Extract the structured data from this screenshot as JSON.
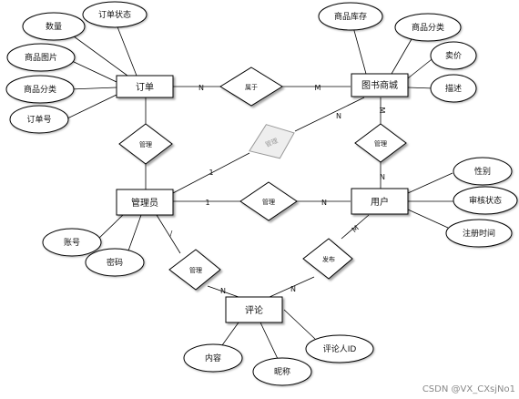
{
  "entities": [
    {
      "id": "order",
      "label": "订单"
    },
    {
      "id": "bookstore",
      "label": "图书商城"
    },
    {
      "id": "admin",
      "label": "管理员"
    },
    {
      "id": "user",
      "label": "用户"
    },
    {
      "id": "comment",
      "label": "评论"
    }
  ],
  "attributes": [
    {
      "id": "order-qty",
      "label": "数量",
      "entity": "order"
    },
    {
      "id": "order-status",
      "label": "订单状态",
      "entity": "order"
    },
    {
      "id": "order-image",
      "label": "商品图片",
      "entity": "order"
    },
    {
      "id": "order-category",
      "label": "商品分类",
      "entity": "order"
    },
    {
      "id": "order-no",
      "label": "订单号",
      "entity": "order"
    },
    {
      "id": "store-stock",
      "label": "商品库存",
      "entity": "bookstore"
    },
    {
      "id": "store-category",
      "label": "商品分类",
      "entity": "bookstore"
    },
    {
      "id": "store-price",
      "label": "卖价",
      "entity": "bookstore"
    },
    {
      "id": "store-desc",
      "label": "描述",
      "entity": "bookstore"
    },
    {
      "id": "admin-account",
      "label": "账号",
      "entity": "admin"
    },
    {
      "id": "admin-password",
      "label": "密码",
      "entity": "admin"
    },
    {
      "id": "user-gender",
      "label": "性别",
      "entity": "user"
    },
    {
      "id": "user-review-status",
      "label": "审核状态",
      "entity": "user"
    },
    {
      "id": "user-reg-time",
      "label": "注册时间",
      "entity": "user"
    },
    {
      "id": "comment-content",
      "label": "内容",
      "entity": "comment"
    },
    {
      "id": "comment-nickname",
      "label": "昵称",
      "entity": "comment"
    },
    {
      "id": "comment-user-id",
      "label": "评论人ID",
      "entity": "comment"
    }
  ],
  "relationships": [
    {
      "id": "rel-belongs",
      "label": "属于",
      "from": "order",
      "to": "bookstore",
      "card_from": "N",
      "card_to": "M"
    },
    {
      "id": "rel-admin-order",
      "label": "管理",
      "from": "order",
      "to": "admin",
      "card_from": "",
      "card_to": ""
    },
    {
      "id": "rel-publish",
      "label": "管理",
      "from": "admin",
      "to": "bookstore",
      "card_from": "1",
      "card_to": "N",
      "greyed": true
    },
    {
      "id": "rel-user-store",
      "label": "管理",
      "from": "bookstore",
      "to": "user",
      "card_from": "M",
      "card_to": "N"
    },
    {
      "id": "rel-admin-user",
      "label": "管理",
      "from": "admin",
      "to": "user",
      "card_from": "1",
      "card_to": "N"
    },
    {
      "id": "rel-admin-comment",
      "label": "管理",
      "from": "admin",
      "to": "comment",
      "card_from": "/",
      "card_to": "N"
    },
    {
      "id": "rel-user-comment",
      "label": "发布",
      "from": "user",
      "to": "comment",
      "card_from": "M",
      "card_to": "N"
    }
  ],
  "watermark": "CSDN @VX_CXsjNo1"
}
